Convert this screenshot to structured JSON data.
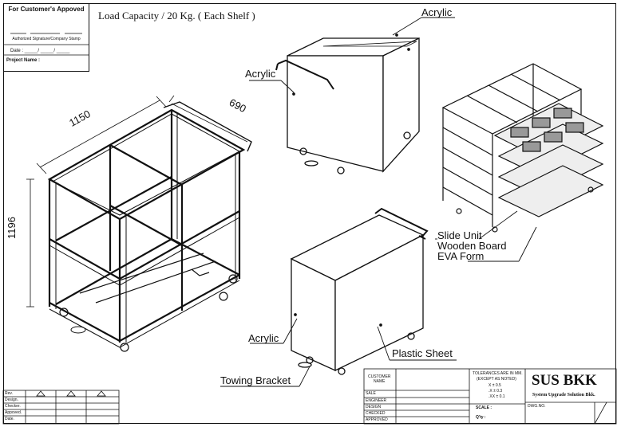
{
  "approval": {
    "title": "For Customer's  Appoved",
    "stamp": "Authorized Signature/Company Stamp",
    "date": "Date : _____/ _____/ _____",
    "project": "Project Name :"
  },
  "load_capacity": "Load Capacity / 20 Kg. ( Each Shelf )",
  "dimensions": {
    "length": "1150",
    "depth": "690",
    "height": "1196"
  },
  "labels": {
    "acrylic_top_right": "Acrylic",
    "acrylic_left": "Acrylic",
    "slide_unit": "Slide Unit",
    "wooden_board": "Wooden Board",
    "eva_form": "EVA Form",
    "acrylic_bottom": "Acrylic",
    "plastic_sheet": "Plastic Sheet",
    "towing_bracket": "Towing Bracket"
  },
  "revision": {
    "rows": [
      "Rev.",
      "Design.",
      "Checker.",
      "Appoved.",
      "Date."
    ]
  },
  "title_block": {
    "customer_name": "CUSTOMER\nNAME",
    "roles": [
      "SALE",
      "ENGINEER",
      "DESIGN",
      "CHECKED",
      "APPROVED"
    ],
    "tolerances_title": "TOLERANCES ARE IN MM.",
    "tolerances_sub": "(EXCEPT AS NOTED)",
    "tol_x": "X    ±  0.5",
    "tol_xx": ".X   ±  0.3",
    "tol_xxx": ".XX  ±  0.1",
    "scale": "SCALE :",
    "qty": "Q'ty  :",
    "brand": "SUS BKK",
    "brand_sub": "System Upgrade Solution Bkk.",
    "dwg_no": "DWG.NO."
  }
}
